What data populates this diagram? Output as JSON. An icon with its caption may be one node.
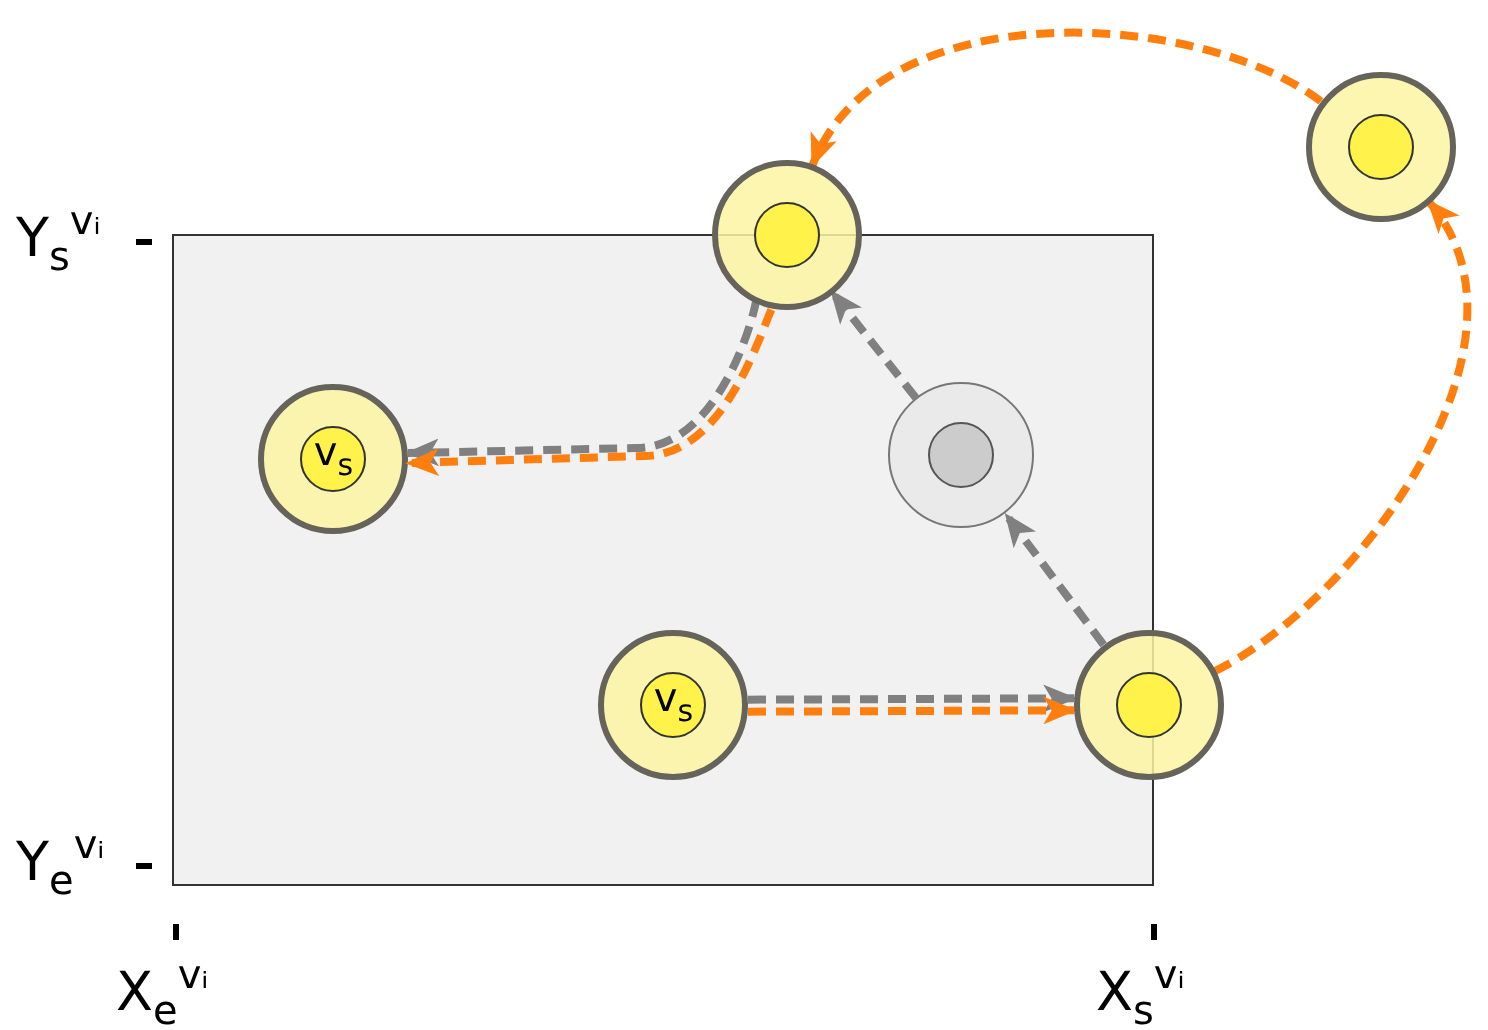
{
  "diagram": {
    "nodes": [
      {
        "text": [],
        "shape": "box"
      },
      {
        "text": [],
        "shape": "circle"
      },
      {
        "text": [],
        "shape": "circle"
      },
      {
        "text": [
          "v$_{s}$"
        ],
        "in": 0
      },
      {
        "text": [],
        "shape": "circle",
        "in": 0
      },
      {
        "text": [
          "v$_{s}$"
        ],
        "in": 0
      },
      {
        "text": [],
        "shape": "circle"
      }
    ],
    "edges": [
      {
        "from": 5,
        "to": 6,
        "arrow": "to",
        "style": "dashed",
        "color": "#808080"
      },
      {
        "from": 5,
        "to": 6,
        "arrow": "to",
        "style": "dashed",
        "color": "#ff7f0e"
      },
      {
        "from": 6,
        "to": 4,
        "arrow": "to",
        "style": "dashed",
        "color": "#808080"
      },
      {
        "from": 4,
        "to": 1,
        "arrow": "to",
        "style": "dashed",
        "color": "#808080"
      },
      {
        "from": 1,
        "to": 3,
        "arrow": "to",
        "style": "dashed",
        "color": "#808080"
      },
      {
        "from": 1,
        "to": 3,
        "arrow": "to",
        "style": "dashed",
        "color": "#ff7f0e"
      },
      {
        "from": 6,
        "to": 2,
        "arrow": "to",
        "style": "dashed",
        "color": "#ff7f0e"
      },
      {
        "from": 2,
        "to": 1,
        "arrow": "to",
        "style": "dashed",
        "color": "#ff7f0e"
      }
    ],
    "labels": [
      "Y$_{s}$$^{vᵢ}$",
      "Y$_{e}$$^{vᵢ}$",
      "X$_{e}$$^{vᵢ}$",
      "X$_{s}$$^{vᵢ}$"
    ]
  }
}
